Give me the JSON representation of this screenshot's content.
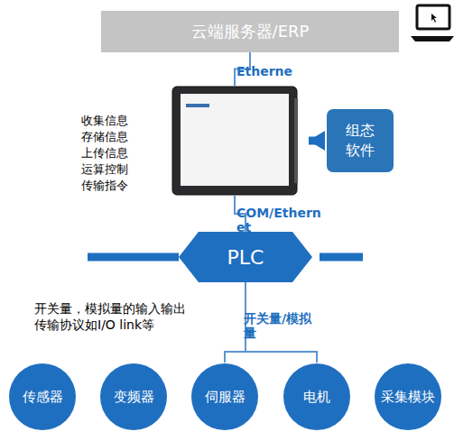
{
  "diagram": {
    "nodes": [
      {
        "text": [
          "云端服务器/ERP"
        ]
      },
      {
        "text": [
          "收集信息 存储信息 上传信息 运算控制 传输指令"
        ]
      },
      {
        "text": [
          "组态 软件"
        ]
      },
      {
        "text": [
          "PLC"
        ]
      },
      {
        "text": [
          "传感器"
        ]
      },
      {
        "text": [
          "变频器"
        ]
      },
      {
        "text": [
          "伺服器"
        ]
      },
      {
        "text": [
          "电机"
        ]
      },
      {
        "text": [
          "采集模块"
        ]
      }
    ],
    "edges": [
      {
        "from": 0,
        "to": 1,
        "label": "Etherne",
        "arrow": "none"
      },
      {
        "from": 2,
        "to": 1,
        "arrow": "to"
      },
      {
        "from": 1,
        "to": 3,
        "label": "COM/Ethern et",
        "arrow": "none"
      },
      {
        "from": 3,
        "to": 4,
        "arrow": "none"
      },
      {
        "from": 3,
        "to": 5,
        "arrow": "none"
      },
      {
        "from": 3,
        "to": 6,
        "label": "开关量/模拟 量",
        "arrow": "none"
      },
      {
        "from": 3,
        "to": 7,
        "arrow": "none"
      },
      {
        "from": 3,
        "to": 8,
        "arrow": "none"
      }
    ],
    "labels": [
      "开关量，模拟量的输入输出 传输协议如I/O link等"
    ]
  }
}
